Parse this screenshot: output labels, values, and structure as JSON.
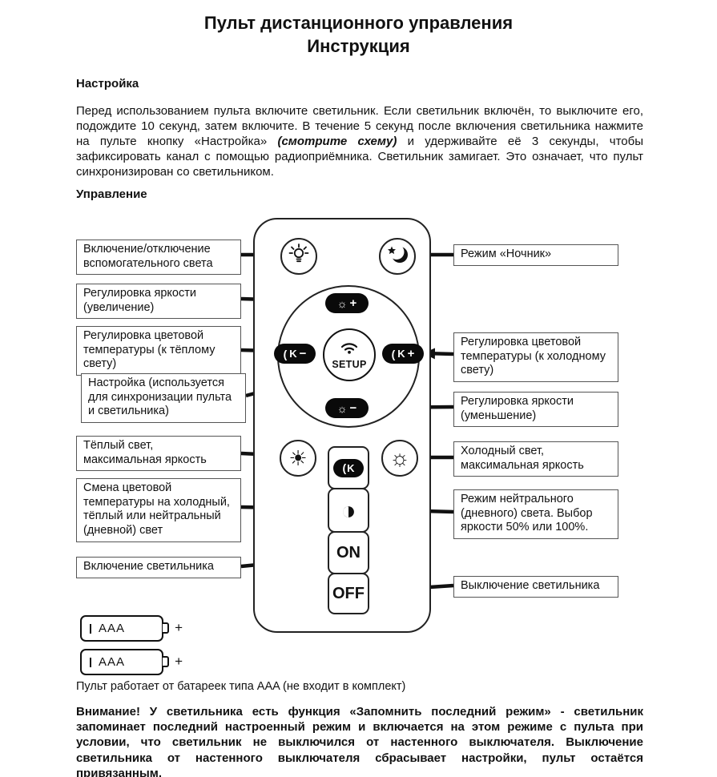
{
  "title": {
    "line1": "Пульт дистанционного управления",
    "line2": "Инструкция"
  },
  "setup_section": {
    "heading": "Настройка",
    "para_part1": "Перед использованием пульта включите светильник. Если светильник включён, то выключите его, подождите 10 секунд, затем включите. В течение 5 секунд после включения светильника нажмите на пульте кнопку «Настройка» ",
    "para_em": "(смотрите схему)",
    "para_part2": " и удерживайте её 3 секунды, чтобы зафиксировать канал с помощью радиоприёмника. Светильник замигает. Это означает, что пульт синхронизирован со светильником."
  },
  "control_section": {
    "heading": "Управление"
  },
  "callouts": {
    "left": [
      {
        "label": "Включение/отключение вспомогательного света"
      },
      {
        "label": "Регулировка яркости (увеличение)"
      },
      {
        "label": "Регулировка цветовой температуры (к тёплому свету)"
      },
      {
        "label": "Настройка (используется для синхронизации пульта и светильника)"
      },
      {
        "label": "Тёплый свет, максимальная яркость"
      },
      {
        "label": "Смена цветовой температуры на холодный, тёплый или нейтральный (дневной) свет"
      },
      {
        "label": "Включение светильника"
      }
    ],
    "right": [
      {
        "label": "Режим «Ночник»"
      },
      {
        "label": "Регулировка цветовой температуры (к холодному свету)"
      },
      {
        "label": "Регулировка яркости (уменьшение)"
      },
      {
        "label": "Холодный свет, максимальная яркость"
      },
      {
        "label": "Режим нейтрального (дневного) света. Выбор яркости 50% или 100%."
      },
      {
        "label": "Выключение светильника"
      }
    ]
  },
  "remote": {
    "setup_label": "SETUP",
    "buttons": {
      "brightness_up": {
        "icon": "☼",
        "sign": "+"
      },
      "brightness_down": {
        "icon": "☼",
        "sign": "−"
      },
      "color_warm": {
        "icon": "(",
        "letter": "K",
        "sign": "−"
      },
      "color_cold": {
        "icon": "(",
        "letter": "K",
        "sign": "+"
      },
      "color_toggle": {
        "icon": "(",
        "letter": "K"
      },
      "neutral_mode": {
        "icon": "◑"
      },
      "warm_max": {
        "icon": "☀"
      },
      "cold_max": {
        "icon": "☼"
      },
      "on": {
        "label": "ON"
      },
      "off": {
        "label": "OFF"
      }
    }
  },
  "batteries": {
    "items": [
      {
        "label": "AAA",
        "plus": "+"
      },
      {
        "label": "AAA",
        "plus": "+"
      }
    ],
    "note": "Пульт работает от батареек типа AAA (не входит в комплект)"
  },
  "warning": {
    "text": "Внимание! У светильника есть функция «Запомнить последний режим» - светильник запоминает последний настроенный режим и включается на этом режиме с пульта при условии, что светильник не выключился от настенного выключателя. Выключение светильника от настенного выключателя сбрасывает настройки, пульт остаётся привязанным."
  }
}
